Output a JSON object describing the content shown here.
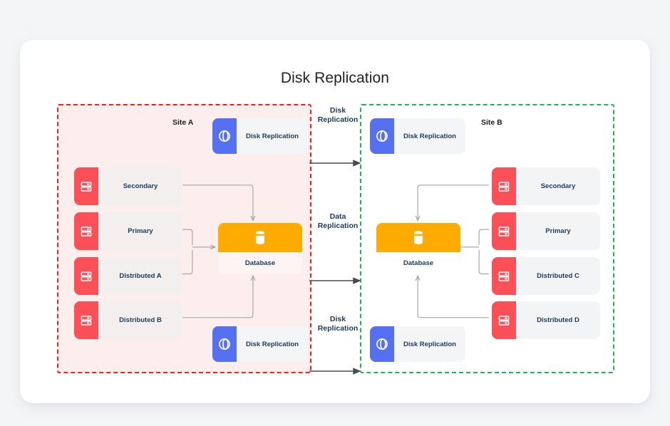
{
  "page": {
    "title": "Disk Replication",
    "background": "#f4f5f7",
    "card_background": "#ffffff"
  },
  "colors": {
    "site_a_border": "#f42020",
    "site_a_fill": "#fdeeee",
    "site_b_border": "#1fb457",
    "site_b_fill": "#ffffff",
    "server_accent": "#fb5058",
    "database_accent": "#ffab00",
    "disk_replication_accent": "#5570f1",
    "label_text": "#1b3a5c",
    "connector": "#a8a8a8"
  },
  "site_a": {
    "label": "Site A",
    "disk_replication_top": {
      "label": "Disk Replication",
      "icon": "disk-replication-icon"
    },
    "disk_replication_bottom": {
      "label": "Disk Replication",
      "icon": "disk-replication-icon"
    },
    "database": {
      "label": "Database",
      "icon": "database-icon"
    },
    "servers": [
      {
        "label": "Secondary",
        "icon": "server-icon"
      },
      {
        "label": "Primary",
        "icon": "server-icon"
      },
      {
        "label": "Distributed A",
        "icon": "server-icon"
      },
      {
        "label": "Distributed B",
        "icon": "server-icon"
      }
    ]
  },
  "site_b": {
    "label": "Site B",
    "disk_replication_top": {
      "label": "Disk Replication",
      "icon": "disk-replication-icon"
    },
    "disk_replication_bottom": {
      "label": "Disk Replication",
      "icon": "disk-replication-icon"
    },
    "database": {
      "label": "Database",
      "icon": "database-icon"
    },
    "servers": [
      {
        "label": "Secondary",
        "icon": "server-icon"
      },
      {
        "label": "Primary",
        "icon": "server-icon"
      },
      {
        "label": "Distributed C",
        "icon": "server-icon"
      },
      {
        "label": "Distributed D",
        "icon": "server-icon"
      }
    ]
  },
  "cross_links": [
    {
      "line1": "Disk",
      "line2": "Replication",
      "direction": "a-to-b"
    },
    {
      "line1": "Data",
      "line2": "Replication",
      "direction": "a-to-b"
    },
    {
      "line1": "Disk",
      "line2": "Replication",
      "direction": "a-to-b"
    }
  ]
}
